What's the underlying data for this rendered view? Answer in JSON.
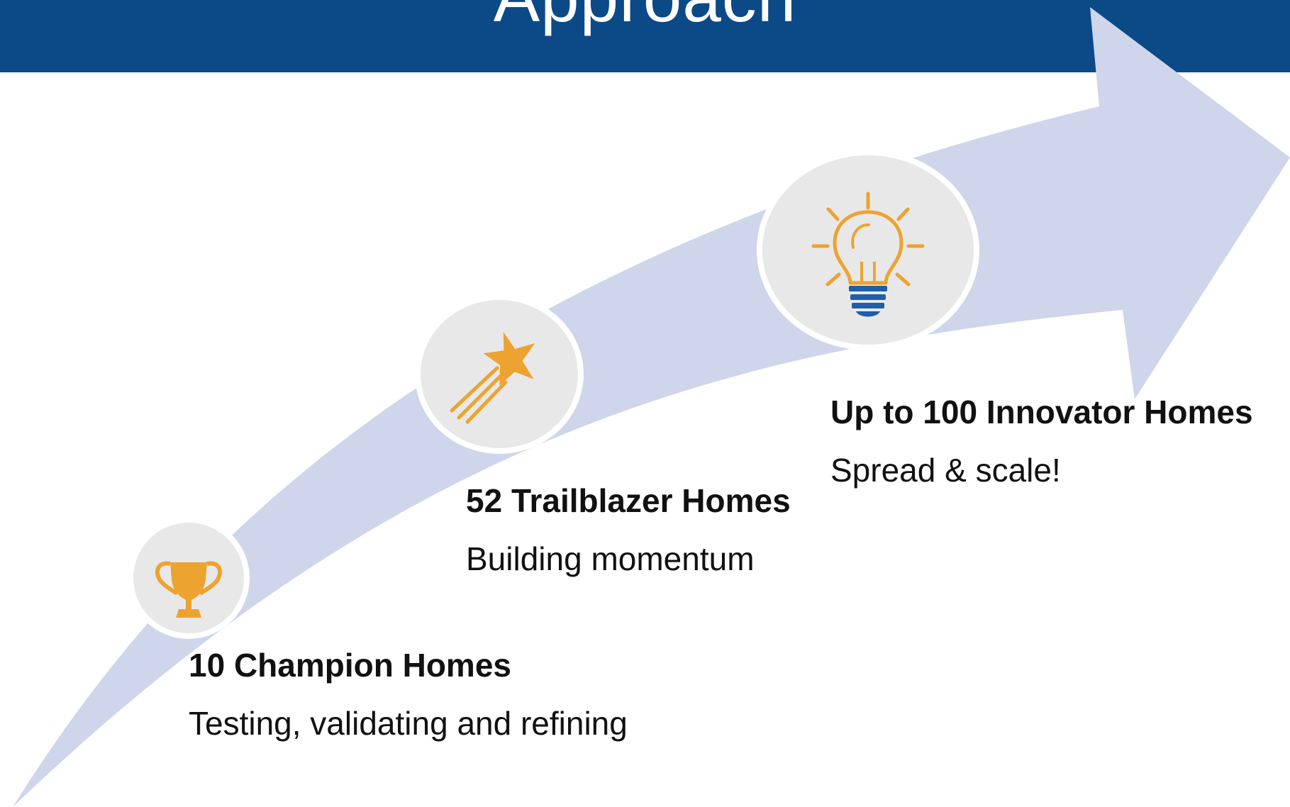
{
  "header": {
    "title": "Approach"
  },
  "colors": {
    "header_bg": "#0b4a87",
    "arrow_fill": "#cfd6eb",
    "icon_orange": "#eda330",
    "bulb_base_blue": "#1f5fa8",
    "bubble_bg": "#e8e8e8"
  },
  "stages": [
    {
      "icon": "trophy-icon",
      "title": "10 Champion Homes",
      "description": "Testing, validating and refining"
    },
    {
      "icon": "shooting-star-icon",
      "title": "52 Trailblazer Homes",
      "description": "Building momentum"
    },
    {
      "icon": "lightbulb-icon",
      "title": "Up to 100 Innovator Homes",
      "description": "Spread & scale!"
    }
  ]
}
